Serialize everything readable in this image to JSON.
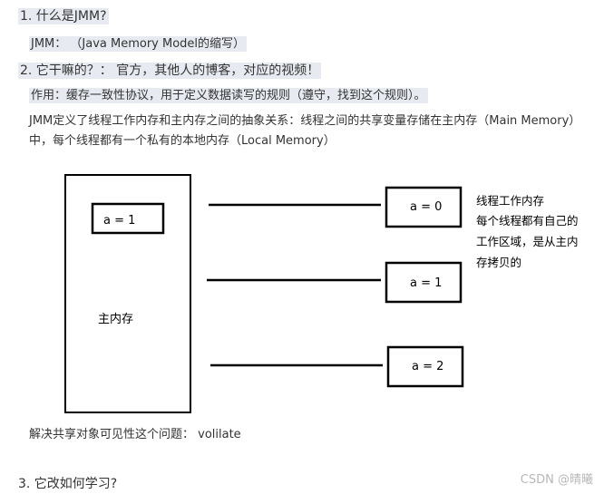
{
  "items": [
    {
      "text": "1. 什么是JMM?"
    },
    {
      "text": "JMM： （Java Memory Model的缩写）"
    },
    {
      "text": "2. 它干嘛的？：  官方，其他人的博客，对应的视频！"
    },
    {
      "text": "作用：缓存一致性协议，用于定义数据读写的规则（遵守，找到这个规则）。"
    },
    {
      "text": "JMM定义了线程工作内存和主内存之间的抽象关系：线程之间的共享变量存储在主内存（Main Memory）"
    },
    {
      "text": "中，每个线程都有一个私有的本地内存（Local Memory）"
    },
    {
      "text": "解决共享对象可见性这个问题： volilate"
    },
    {
      "text": "3. 它改如何学习?"
    }
  ],
  "diagram": {
    "main_label": "主内存",
    "main_var": "a = 1",
    "thread_vars": [
      "a = 0",
      "a =  1",
      "a =  2"
    ],
    "note_lines": [
      "线程工作内存",
      "每个线程都有自己的",
      "工作区域，是从主内",
      "存拷贝的"
    ]
  },
  "watermark": "CSDN @晴曦"
}
